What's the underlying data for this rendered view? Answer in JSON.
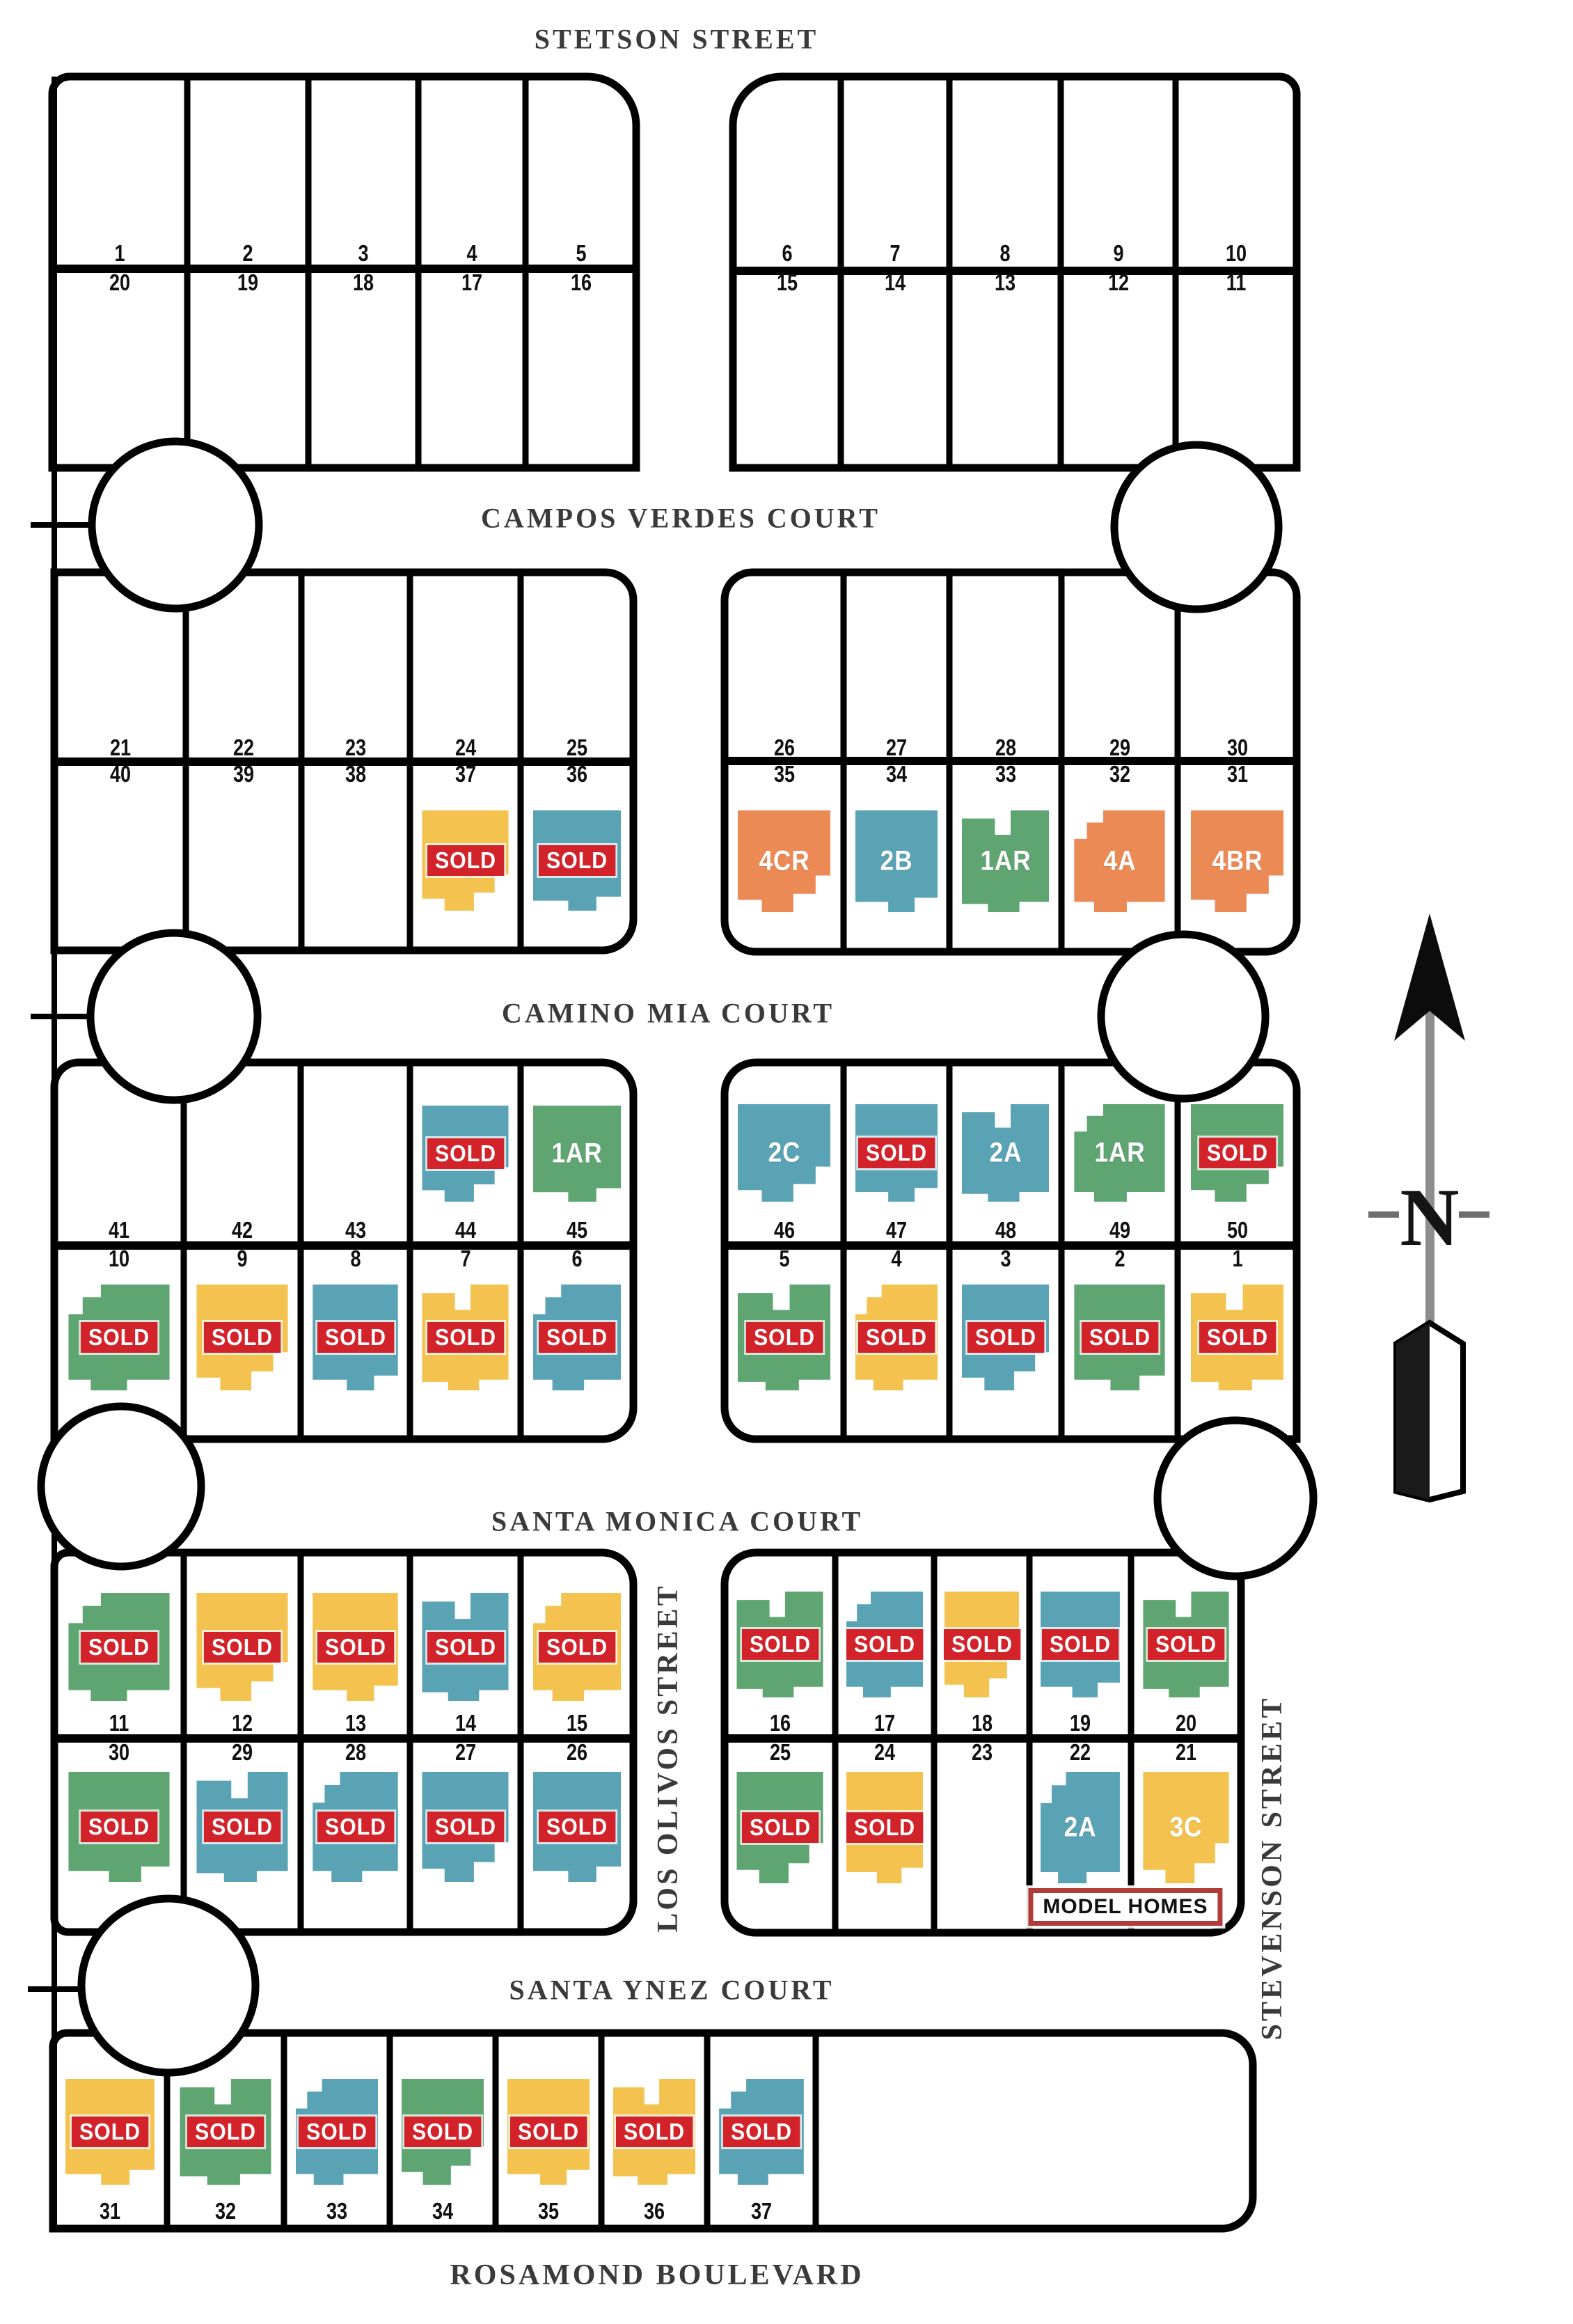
{
  "streets": {
    "stetson": "STETSON STREET",
    "campos_verdes": "CAMPOS VERDES COURT",
    "camino_mia": "CAMINO MIA COURT",
    "santa_monica": "SANTA MONICA COURT",
    "los_olivos": "LOS OLIVOS STREET",
    "stevenson": "STEVENSON STREET",
    "santa_ynez": "SANTA YNEZ COURT",
    "rosamond": "ROSAMOND BOULEVARD"
  },
  "compass": {
    "label": "N"
  },
  "labels": {
    "sold": "SOLD",
    "model_homes": "MODEL HOMES"
  },
  "palette": {
    "yellow": "#F3C24F",
    "teal": "#5AA3B5",
    "green": "#5EA572",
    "orange": "#EC8A55",
    "sold_red": "#D2232A",
    "model_border": "#B03B38",
    "line": "#000000",
    "street_text": "#3A3A3A"
  },
  "blocks": [
    {
      "id": "stetson-block-west",
      "rows": [
        {
          "lots": [
            {
              "num": "1"
            },
            {
              "num": "2"
            },
            {
              "num": "3"
            },
            {
              "num": "4"
            },
            {
              "num": "5"
            }
          ]
        },
        {
          "lots": [
            {
              "num": "20"
            },
            {
              "num": "19"
            },
            {
              "num": "18"
            },
            {
              "num": "17"
            },
            {
              "num": "16"
            }
          ]
        }
      ]
    },
    {
      "id": "stetson-block-east",
      "rows": [
        {
          "lots": [
            {
              "num": "6"
            },
            {
              "num": "7"
            },
            {
              "num": "8"
            },
            {
              "num": "9"
            },
            {
              "num": "10"
            }
          ]
        },
        {
          "lots": [
            {
              "num": "15"
            },
            {
              "num": "14"
            },
            {
              "num": "13"
            },
            {
              "num": "12"
            },
            {
              "num": "11"
            }
          ]
        }
      ]
    },
    {
      "id": "campos-verdes-block-west",
      "rows": [
        {
          "lots": [
            {
              "num": "21"
            },
            {
              "num": "22"
            },
            {
              "num": "23"
            },
            {
              "num": "24"
            },
            {
              "num": "25"
            }
          ]
        },
        {
          "lots": [
            {
              "num": "40"
            },
            {
              "num": "39"
            },
            {
              "num": "38"
            },
            {
              "num": "37",
              "house": {
                "color": "yellow",
                "badge": "SOLD"
              }
            },
            {
              "num": "36",
              "house": {
                "color": "teal",
                "badge": "SOLD"
              }
            }
          ]
        }
      ]
    },
    {
      "id": "campos-verdes-block-east",
      "rows": [
        {
          "lots": [
            {
              "num": "26"
            },
            {
              "num": "27"
            },
            {
              "num": "28"
            },
            {
              "num": "29"
            },
            {
              "num": "30"
            }
          ]
        },
        {
          "lots": [
            {
              "num": "35",
              "house": {
                "color": "orange",
                "plan": "4CR"
              }
            },
            {
              "num": "34",
              "house": {
                "color": "teal",
                "plan": "2B"
              }
            },
            {
              "num": "33",
              "house": {
                "color": "green",
                "plan": "1AR"
              }
            },
            {
              "num": "32",
              "house": {
                "color": "orange",
                "plan": "4A"
              }
            },
            {
              "num": "31",
              "house": {
                "color": "orange",
                "plan": "4BR"
              }
            }
          ]
        }
      ]
    },
    {
      "id": "camino-mia-block-west",
      "rows": [
        {
          "lots": [
            {
              "num": "41"
            },
            {
              "num": "42"
            },
            {
              "num": "43"
            },
            {
              "num": "44",
              "house": {
                "color": "teal",
                "badge": "SOLD"
              }
            },
            {
              "num": "45",
              "house": {
                "color": "green",
                "plan": "1AR"
              }
            }
          ]
        },
        {
          "lots": [
            {
              "num": "10",
              "house": {
                "color": "green",
                "badge": "SOLD"
              }
            },
            {
              "num": "9",
              "house": {
                "color": "yellow",
                "badge": "SOLD"
              }
            },
            {
              "num": "8",
              "house": {
                "color": "teal",
                "badge": "SOLD"
              }
            },
            {
              "num": "7",
              "house": {
                "color": "yellow",
                "badge": "SOLD"
              }
            },
            {
              "num": "6",
              "house": {
                "color": "teal",
                "badge": "SOLD"
              }
            }
          ]
        }
      ]
    },
    {
      "id": "camino-mia-block-east",
      "rows": [
        {
          "lots": [
            {
              "num": "46",
              "house": {
                "color": "teal",
                "plan": "2C"
              }
            },
            {
              "num": "47",
              "house": {
                "color": "teal",
                "badge": "SOLD"
              }
            },
            {
              "num": "48",
              "house": {
                "color": "teal",
                "plan": "2A"
              }
            },
            {
              "num": "49",
              "house": {
                "color": "green",
                "plan": "1AR"
              }
            },
            {
              "num": "50",
              "house": {
                "color": "green",
                "badge": "SOLD"
              }
            }
          ]
        },
        {
          "lots": [
            {
              "num": "5",
              "house": {
                "color": "green",
                "badge": "SOLD"
              }
            },
            {
              "num": "4",
              "house": {
                "color": "yellow",
                "badge": "SOLD"
              }
            },
            {
              "num": "3",
              "house": {
                "color": "teal",
                "badge": "SOLD"
              }
            },
            {
              "num": "2",
              "house": {
                "color": "green",
                "badge": "SOLD"
              }
            },
            {
              "num": "1",
              "house": {
                "color": "yellow",
                "badge": "SOLD"
              }
            }
          ]
        }
      ]
    },
    {
      "id": "santa-ynez-block-west",
      "rows": [
        {
          "lots": [
            {
              "num": "11",
              "house": {
                "color": "green",
                "badge": "SOLD"
              }
            },
            {
              "num": "12",
              "house": {
                "color": "yellow",
                "badge": "SOLD"
              }
            },
            {
              "num": "13",
              "house": {
                "color": "yellow",
                "badge": "SOLD"
              }
            },
            {
              "num": "14",
              "house": {
                "color": "teal",
                "badge": "SOLD"
              }
            },
            {
              "num": "15",
              "house": {
                "color": "yellow",
                "badge": "SOLD"
              }
            }
          ]
        },
        {
          "lots": [
            {
              "num": "30",
              "house": {
                "color": "green",
                "badge": "SOLD"
              }
            },
            {
              "num": "29",
              "house": {
                "color": "teal",
                "badge": "SOLD"
              }
            },
            {
              "num": "28",
              "house": {
                "color": "teal",
                "badge": "SOLD"
              }
            },
            {
              "num": "27",
              "house": {
                "color": "teal",
                "badge": "SOLD"
              }
            },
            {
              "num": "26",
              "house": {
                "color": "teal",
                "badge": "SOLD"
              }
            }
          ]
        }
      ]
    },
    {
      "id": "santa-ynez-block-east",
      "rows": [
        {
          "lots": [
            {
              "num": "16",
              "house": {
                "color": "green",
                "badge": "SOLD"
              }
            },
            {
              "num": "17",
              "house": {
                "color": "teal",
                "badge": "SOLD"
              }
            },
            {
              "num": "18",
              "house": {
                "color": "yellow",
                "badge": "SOLD"
              }
            },
            {
              "num": "19",
              "house": {
                "color": "teal",
                "badge": "SOLD"
              }
            },
            {
              "num": "20",
              "house": {
                "color": "green",
                "badge": "SOLD"
              }
            }
          ]
        },
        {
          "lots": [
            {
              "num": "25",
              "house": {
                "color": "green",
                "badge": "SOLD"
              }
            },
            {
              "num": "24",
              "house": {
                "color": "yellow",
                "badge": "SOLD"
              }
            },
            {
              "num": "23"
            },
            {
              "num": "22",
              "house": {
                "color": "teal",
                "plan": "2A"
              }
            },
            {
              "num": "21",
              "house": {
                "color": "yellow",
                "plan": "3C"
              }
            }
          ]
        }
      ]
    },
    {
      "id": "rosamond-block",
      "rows": [
        {
          "lots": [
            {
              "num": "31",
              "house": {
                "color": "yellow",
                "badge": "SOLD"
              }
            },
            {
              "num": "32",
              "house": {
                "color": "green",
                "badge": "SOLD"
              }
            },
            {
              "num": "33",
              "house": {
                "color": "teal",
                "badge": "SOLD"
              }
            },
            {
              "num": "34",
              "house": {
                "color": "green",
                "badge": "SOLD"
              }
            },
            {
              "num": "35",
              "house": {
                "color": "yellow",
                "badge": "SOLD"
              }
            },
            {
              "num": "36",
              "house": {
                "color": "yellow",
                "badge": "SOLD"
              }
            },
            {
              "num": "37",
              "house": {
                "color": "teal",
                "badge": "SOLD"
              }
            }
          ]
        }
      ]
    }
  ]
}
